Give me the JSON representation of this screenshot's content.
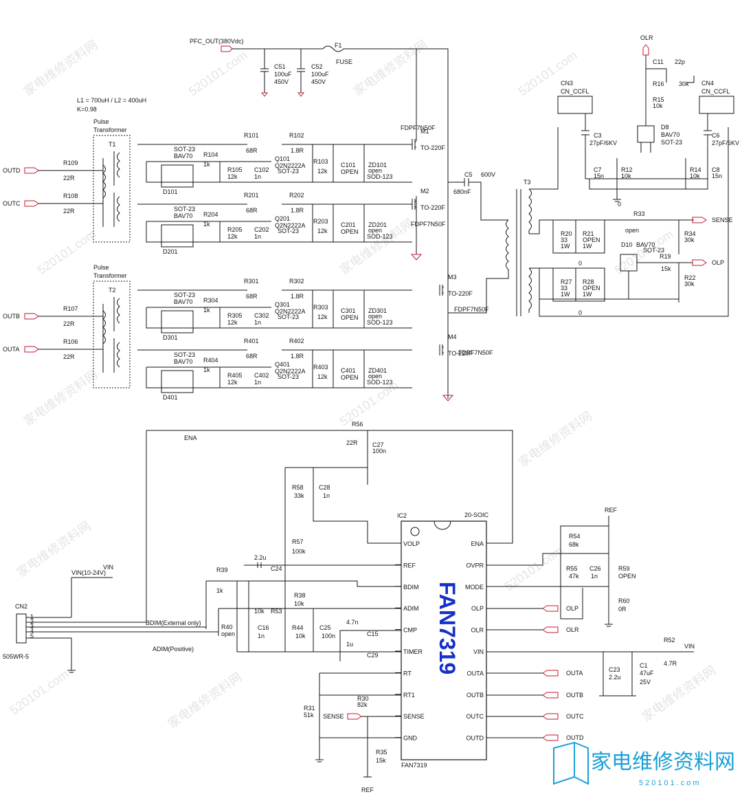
{
  "top": {
    "pfc_out": "PFC_OUT(380Vdc)",
    "fuse": {
      "ref": "F1",
      "val": "FUSE"
    },
    "c51": {
      "ref": "C51",
      "v1": "100uF",
      "v2": "450V"
    },
    "c52": {
      "ref": "C52",
      "v1": "100uF",
      "v2": "450V"
    },
    "tx_note1": "L1 = 700uH / L2 = 400uH",
    "tx_note2": "K=0.98",
    "pulse1": "Pulse",
    "pulse2": "Transformer",
    "t1": "T1",
    "t2": "T2",
    "t3": "T3",
    "c5": {
      "ref": "C5",
      "val": "680nF",
      "volt": "600V"
    }
  },
  "stages": [
    {
      "in_ref": "R109",
      "in_val": "22R",
      "net": "OUTD",
      "r_a": "R101",
      "r_a_v": "68R",
      "r_b": "R102",
      "r_b_v": "1.8R",
      "r_c": "R104",
      "r_c_v": "1k",
      "r_d": "R105",
      "r_d_v": "12k",
      "c_a": "C102",
      "c_a_v": "1n",
      "q": "Q101",
      "q_type": "Q2N2222A",
      "q_pkg": "SOT-23",
      "r_e": "R103",
      "r_e_v": "12k",
      "c_b": "C101",
      "c_b_v": "OPEN",
      "zd": "ZD101",
      "zd_v": "open",
      "zd_pkg": "SOD-123",
      "d": "D101",
      "d_type": "BAV70",
      "d_pkg": "SOT-23",
      "m": "M1",
      "m_type": "FDPF7N50F",
      "m_pkg": "TO-220F"
    },
    {
      "in_ref": "R108",
      "in_val": "22R",
      "net": "OUTC",
      "r_a": "R201",
      "r_a_v": "68R",
      "r_b": "R202",
      "r_b_v": "1.8R",
      "r_c": "R204",
      "r_c_v": "1k",
      "r_d": "R205",
      "r_d_v": "12k",
      "c_a": "C202",
      "c_a_v": "1n",
      "q": "Q201",
      "q_type": "Q2N2222A",
      "q_pkg": "SOT-23",
      "r_e": "R203",
      "r_e_v": "12k",
      "c_b": "C201",
      "c_b_v": "OPEN",
      "zd": "ZD201",
      "zd_v": "open",
      "zd_pkg": "SOD-123",
      "d": "D201",
      "d_type": "BAV70",
      "d_pkg": "SOT-23",
      "m": "M2",
      "m_type": "FDPF7N50F",
      "m_pkg": "TO-220F"
    },
    {
      "in_ref": "R107",
      "in_val": "22R",
      "net": "OUTB",
      "r_a": "R301",
      "r_a_v": "68R",
      "r_b": "R302",
      "r_b_v": "1.8R",
      "r_c": "R304",
      "r_c_v": "1k",
      "r_d": "R305",
      "r_d_v": "12k",
      "c_a": "C302",
      "c_a_v": "1n",
      "q": "Q301",
      "q_type": "Q2N2222A",
      "q_pkg": "SOT-23",
      "r_e": "R303",
      "r_e_v": "12k",
      "c_b": "C301",
      "c_b_v": "OPEN",
      "zd": "ZD301",
      "zd_v": "open",
      "zd_pkg": "SOD-123",
      "d": "D301",
      "d_type": "BAV70",
      "d_pkg": "SOT-23",
      "m": "M3",
      "m_type": "FDPF7N50F",
      "m_pkg": "TO-220F"
    },
    {
      "in_ref": "R106",
      "in_val": "22R",
      "net": "OUTA",
      "r_a": "R401",
      "r_a_v": "68R",
      "r_b": "R402",
      "r_b_v": "1.8R",
      "r_c": "R404",
      "r_c_v": "1k",
      "r_d": "R405",
      "r_d_v": "12k",
      "c_a": "C402",
      "c_a_v": "1n",
      "q": "Q401",
      "q_type": "Q2N2222A",
      "q_pkg": "SOT-23",
      "r_e": "R403",
      "r_e_v": "12k",
      "c_b": "C401",
      "c_b_v": "OPEN",
      "zd": "ZD401",
      "zd_v": "open",
      "zd_pkg": "SOD-123",
      "d": "D401",
      "d_type": "BAV70",
      "d_pkg": "SOT-23",
      "m": "M4",
      "m_type": "FDPF7N50F",
      "m_pkg": "TO-220F"
    }
  ],
  "right": {
    "olr": "OLR",
    "c11": "C11",
    "c11_v": "22p",
    "r16": "R16",
    "r16_v": "30k",
    "r15": "R15",
    "r15_v": "10k",
    "d8": "D8",
    "d8_t": "BAV70",
    "d8_p": "SOT-23",
    "cn3": "CN3",
    "cn4": "CN4",
    "ccfl": "CN_CCFL",
    "c3": "C3",
    "c3_v": "27pF/6KV",
    "c6": "C6",
    "c6_v": "27pF/6KV",
    "c7": "C7",
    "c7_v": "15n",
    "r12": "R12",
    "r12_v": "10k",
    "r14": "R14",
    "r14_v": "10k",
    "c8": "C8",
    "c8_v": "15n",
    "r33": "R33",
    "r33_v": "open",
    "sense": "SENSE",
    "r20": "R20",
    "r20_v": "33",
    "r20_w": "1W",
    "r21": "R21",
    "r21_v": "OPEN",
    "r21_w": "1W",
    "r34": "R34",
    "r34_v": "30k",
    "d10": "D10",
    "d10_t": "BAV70",
    "d10_p": "SOT-23",
    "r19": "R19",
    "r19_v": "15k",
    "olp": "OLP",
    "r22": "R22",
    "r22_v": "30k",
    "r27": "R27",
    "r27_v": "33",
    "r27_w": "1W",
    "r28": "R28",
    "r28_v": "OPEN",
    "r28_w": "1W",
    "gnd": "0"
  },
  "ctrl": {
    "ena": "ENA",
    "r56": "R56",
    "r56_v": "22R",
    "c27": "C27",
    "c27_v": "100n",
    "r58": "R58",
    "r58_v": "33k",
    "c28": "C28",
    "c28_v": "1n",
    "r57": "R57",
    "r57_v": "100k",
    "c24": "C24",
    "c24_v": "2.2u",
    "vin": "VIN(10-24V)",
    "vin_net": "VIN",
    "r39": "R39",
    "r39_v": "1k",
    "r38": "R38",
    "r38_v": "10k",
    "r53": "R53",
    "r53_v": "10k",
    "r40": "R40",
    "r40_v": "open",
    "c16": "C16",
    "c16_v": "1n",
    "r44": "R44",
    "r44_v": "10k",
    "c25": "C25",
    "c25_v": "100n",
    "c15": "C15",
    "c15_v": "4.7n",
    "c29": "C29",
    "c29_v": "1u",
    "r31": "R31",
    "r31_v": "51k",
    "r30": "R30",
    "r30_v": "82k",
    "r35": "R35",
    "r35_v": "15k",
    "ref": "REF",
    "bdim": "BDIM(External only)",
    "adim": "ADIM(Positive)",
    "cn2": "CN2",
    "cn2_type": "505WR-5",
    "pins": [
      "1",
      "2",
      "3",
      "4",
      "5"
    ],
    "r54": "R54",
    "r54_v": "68k",
    "r55": "R55",
    "r55_v": "47k",
    "c26": "C26",
    "c26_v": "1n",
    "r59": "R59",
    "r59_v": "OPEN",
    "r60": "R60",
    "r60_v": "0R",
    "r52": "R52",
    "r52_v": "4.7R",
    "c23": "C23",
    "c23_v": "2.2u",
    "c1": "C1",
    "c1_v": "47uF",
    "c1_v2": "25V"
  },
  "ic": {
    "ref": "IC2",
    "pkg": "20-SOIC",
    "name": "FAN7319",
    "part": "FAN7319",
    "left_pins": [
      "VOLP",
      "REF",
      "BDIM",
      "ADIM",
      "CMP",
      "TIMER",
      "RT",
      "RT1",
      "SENSE",
      "GND"
    ],
    "right_pins": [
      "ENA",
      "OVPR",
      "MODE",
      "OLP",
      "OLR",
      "VIN",
      "OUTA",
      "OUTB",
      "OUTC",
      "OUTD"
    ],
    "outputs": [
      "OLP",
      "OLR",
      "OUTA",
      "OUTB",
      "OUTC",
      "OUTD"
    ]
  },
  "watermark": {
    "url": "520101.com",
    "cn": "家电维修资料网",
    "logo": "家电维修资料网",
    "logo_url": "520101.com"
  }
}
